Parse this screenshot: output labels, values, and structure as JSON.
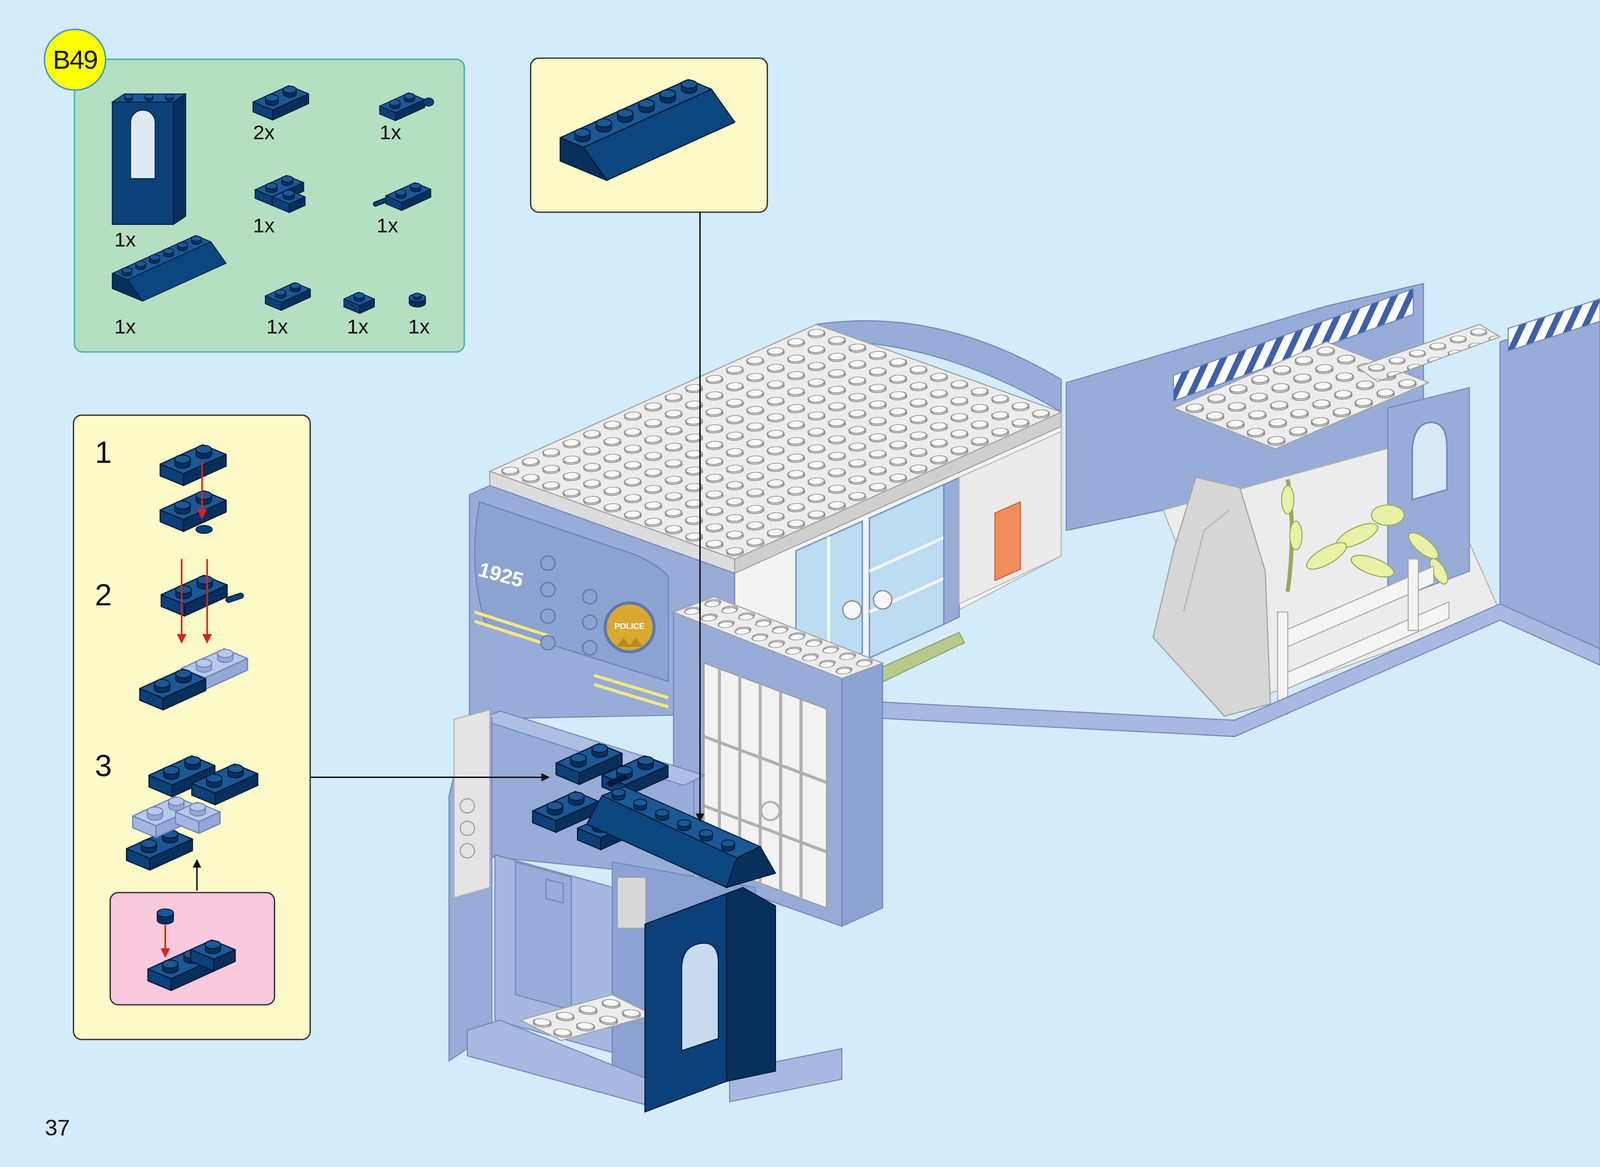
{
  "diagram": {
    "nodes": [
      {
        "text": [
          "B49"
        ]
      },
      {
        "text": [
          "2x",
          "1x",
          "1x",
          "1x",
          "1x",
          "1x",
          "1x",
          "1x",
          "1x"
        ]
      },
      {
        "text": [
          "1",
          "2",
          "3"
        ]
      }
    ],
    "labels": [
      "1925",
      "POLICE",
      "37"
    ]
  }
}
